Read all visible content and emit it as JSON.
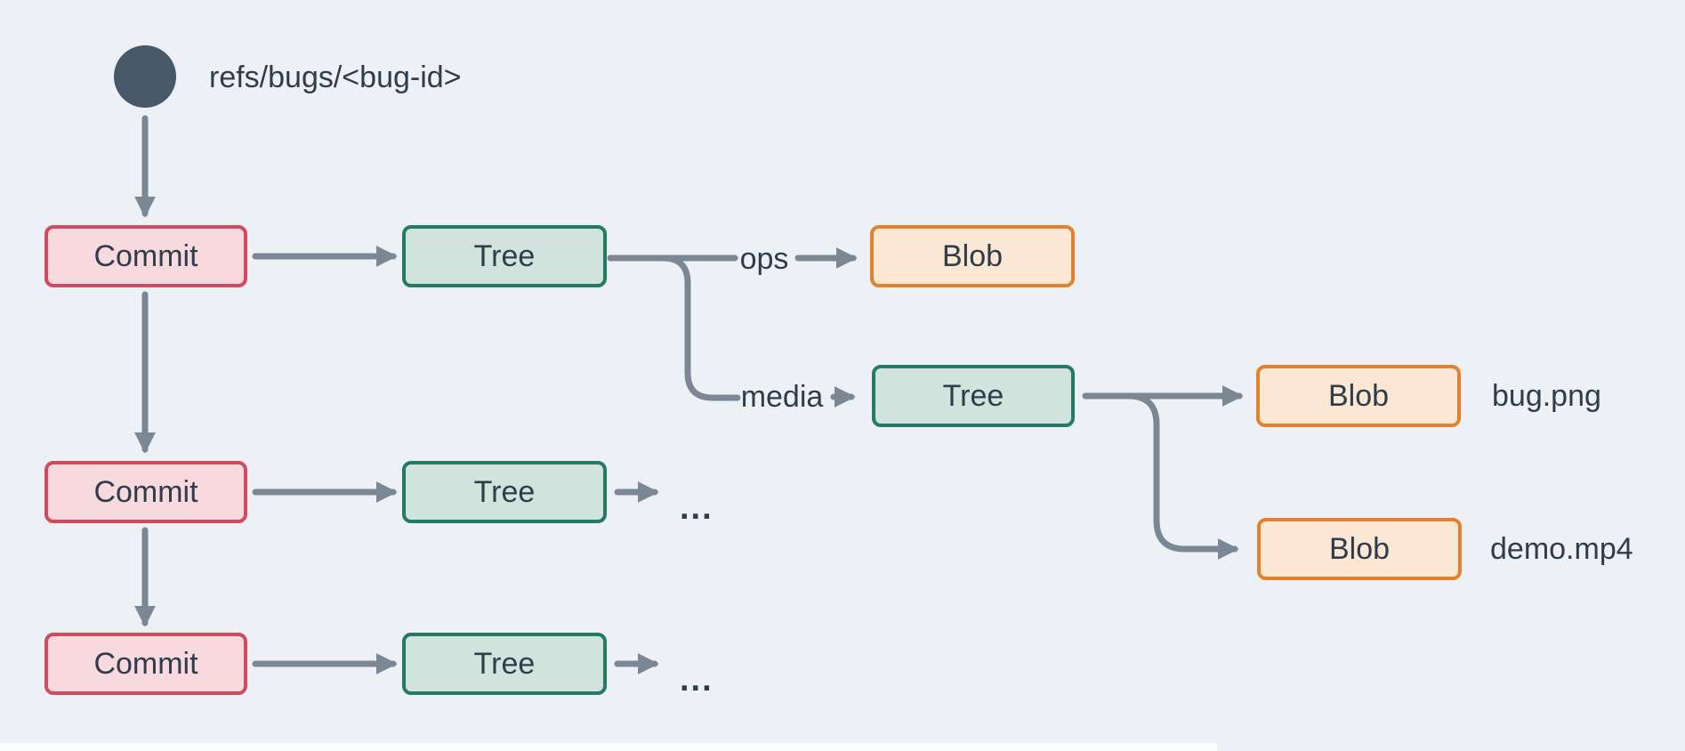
{
  "diagram": {
    "ref": {
      "label": "refs/bugs/<bug-id>"
    },
    "nodes": {
      "commit1": {
        "type": "commit",
        "label": "Commit"
      },
      "commit2": {
        "type": "commit",
        "label": "Commit"
      },
      "commit3": {
        "type": "commit",
        "label": "Commit"
      },
      "tree1": {
        "type": "tree",
        "label": "Tree"
      },
      "tree2": {
        "type": "tree",
        "label": "Tree"
      },
      "tree3": {
        "type": "tree",
        "label": "Tree"
      },
      "treeMedia": {
        "type": "tree",
        "label": "Tree"
      },
      "blobOps": {
        "type": "blob",
        "label": "Blob"
      },
      "blobBug": {
        "type": "blob",
        "label": "Blob"
      },
      "blobDemo": {
        "type": "blob",
        "label": "Blob"
      }
    },
    "edge_labels": {
      "ops": "ops",
      "media": "media"
    },
    "file_labels": {
      "bug": "bug.png",
      "demo": "demo.mp4"
    },
    "ellipsis": {
      "row2": "...",
      "row3": "..."
    },
    "colors": {
      "background": "#edf1f5",
      "connector": "#7b8794",
      "ref_node": "#475968",
      "text": "#2f3d4a",
      "commit_fill": "#f7d9de",
      "commit_border": "#d04a60",
      "tree_fill": "#d2e2dc",
      "tree_border": "#237a65",
      "blob_fill": "#fbe7d4",
      "blob_border": "#e0822e"
    }
  }
}
